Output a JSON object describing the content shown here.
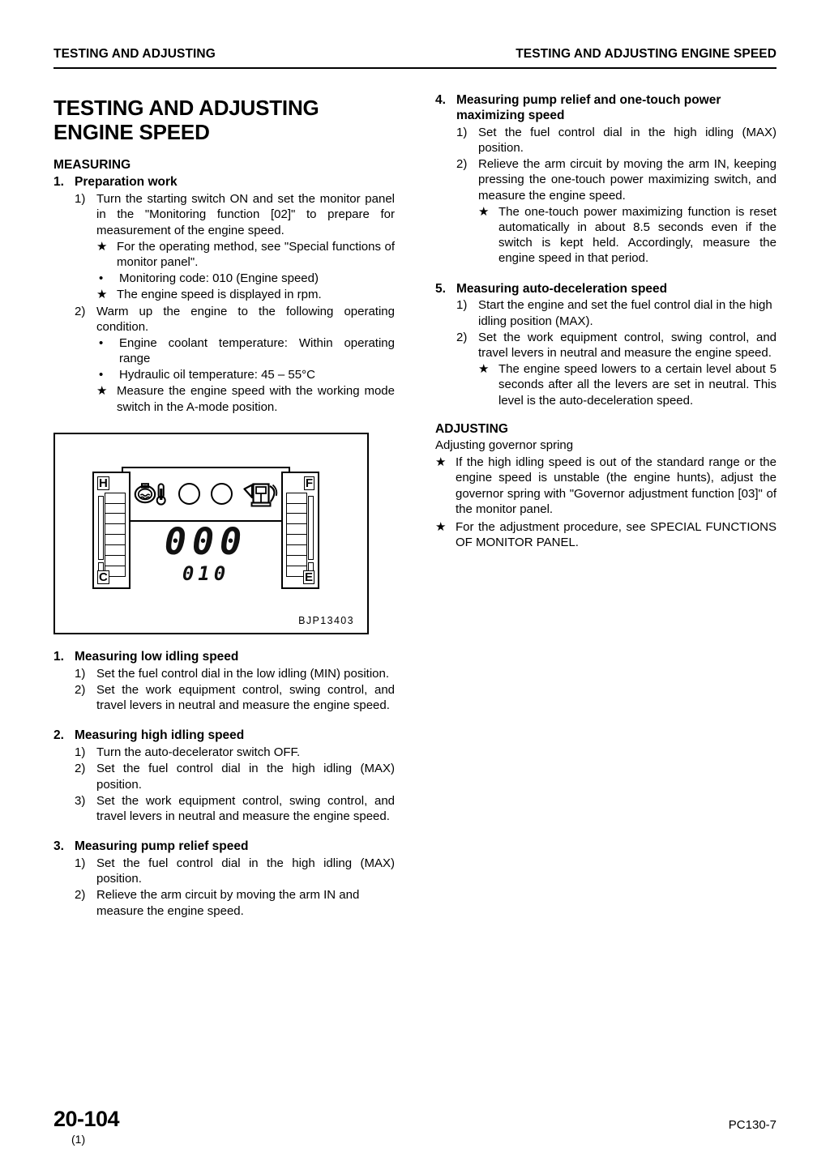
{
  "header": {
    "left": "TESTING AND ADJUSTING",
    "right": "TESTING AND ADJUSTING ENGINE SPEED"
  },
  "title": "TESTING AND ADJUSTING ENGINE SPEED",
  "sections": {
    "measuring_heading": "MEASURING",
    "adjusting_heading": "ADJUSTING",
    "adjusting_subheading": "Adjusting governor spring"
  },
  "items": {
    "prep": {
      "num": "1.",
      "title": "Preparation work",
      "sub1_marker": "1)",
      "sub1_text": "Turn the starting switch ON and set the monitor panel in the \"Monitoring function [02]\" to prepare for measurement of the engine speed.",
      "note1_bullet": "★",
      "note1_text": "For the operating method, see \"Special functions of monitor panel\".",
      "note2_bullet": "•",
      "note2_text": "Monitoring code: 010 (Engine speed)",
      "note3_bullet": "★",
      "note3_text": "The engine speed is displayed in rpm.",
      "sub2_marker": "2)",
      "sub2_text": "Warm up the engine to the following operating condition.",
      "note4_bullet": "•",
      "note4_text": "Engine coolant temperature: Within operating range",
      "note5_bullet": "•",
      "note5_text": "Hydraulic oil temperature: 45 – 55°C",
      "note6_bullet": "★",
      "note6_text": "Measure the engine speed with the working mode switch in the A-mode position."
    },
    "low_idling": {
      "num": "1.",
      "title": "Measuring low idling speed",
      "sub1_marker": "1)",
      "sub1_text": "Set the fuel control dial in the low idling (MIN) position.",
      "sub2_marker": "2)",
      "sub2_text": "Set the work equipment control, swing control, and travel levers in neutral and measure the engine speed."
    },
    "high_idling": {
      "num": "2.",
      "title": "Measuring high idling speed",
      "sub1_marker": "1)",
      "sub1_text": "Turn the auto-decelerator switch OFF.",
      "sub2_marker": "2)",
      "sub2_text": "Set the fuel control dial in the high idling (MAX) position.",
      "sub3_marker": "3)",
      "sub3_text": "Set the work equipment control, swing control, and travel levers in neutral and measure the engine speed."
    },
    "pump_relief": {
      "num": "3.",
      "title": "Measuring pump relief speed",
      "sub1_marker": "1)",
      "sub1_text": "Set the fuel control dial in the high idling (MAX) position.",
      "sub2_marker": "2)",
      "sub2_text": "Relieve the arm circuit by moving the arm IN and measure the engine speed."
    },
    "one_touch": {
      "num": "4.",
      "title": "Measuring pump relief and one-touch power maximizing speed",
      "sub1_marker": "1)",
      "sub1_text": "Set the fuel control dial in the high idling (MAX) position.",
      "sub2_marker": "2)",
      "sub2_text": "Relieve the arm circuit by moving the arm IN, keeping pressing the one-touch power maximizing switch, and measure the engine speed.",
      "note1_bullet": "★",
      "note1_text": "The one-touch power maximizing function is reset automatically in about 8.5 seconds even if the switch is kept held. Accordingly, measure the engine speed in that period."
    },
    "auto_decel": {
      "num": "5.",
      "title": "Measuring auto-deceleration speed",
      "sub1_marker": "1)",
      "sub1_text": "Start the engine and set the fuel control dial in the high idling position (MAX).",
      "sub2_marker": "2)",
      "sub2_text": "Set the work equipment control, swing control, and travel levers in neutral and measure the engine speed.",
      "note1_bullet": "★",
      "note1_text": "The engine speed lowers to a certain level about 5 seconds after all the levers are set in neutral.  This level is the auto-deceleration speed."
    },
    "adjusting": {
      "note1_bullet": "★",
      "note1_text": "If the high idling speed is out of the standard range or the engine speed is unstable (the engine hunts), adjust the governor spring with \"Governor adjustment function [03]\" of the monitor panel.",
      "note2_bullet": "★",
      "note2_text": "For the adjustment procedure, see SPECIAL FUNCTIONS OF MONITOR PANEL."
    }
  },
  "figure": {
    "id": "BJP13403",
    "left_gauge_top_label": "H",
    "left_gauge_bottom_label": "C",
    "right_gauge_top_label": "F",
    "right_gauge_bottom_label": "E",
    "lcd_main": "000",
    "lcd_sub": "010"
  },
  "footer": {
    "page_number": "20-104",
    "page_sub": "(1)",
    "model": "PC130-7"
  }
}
